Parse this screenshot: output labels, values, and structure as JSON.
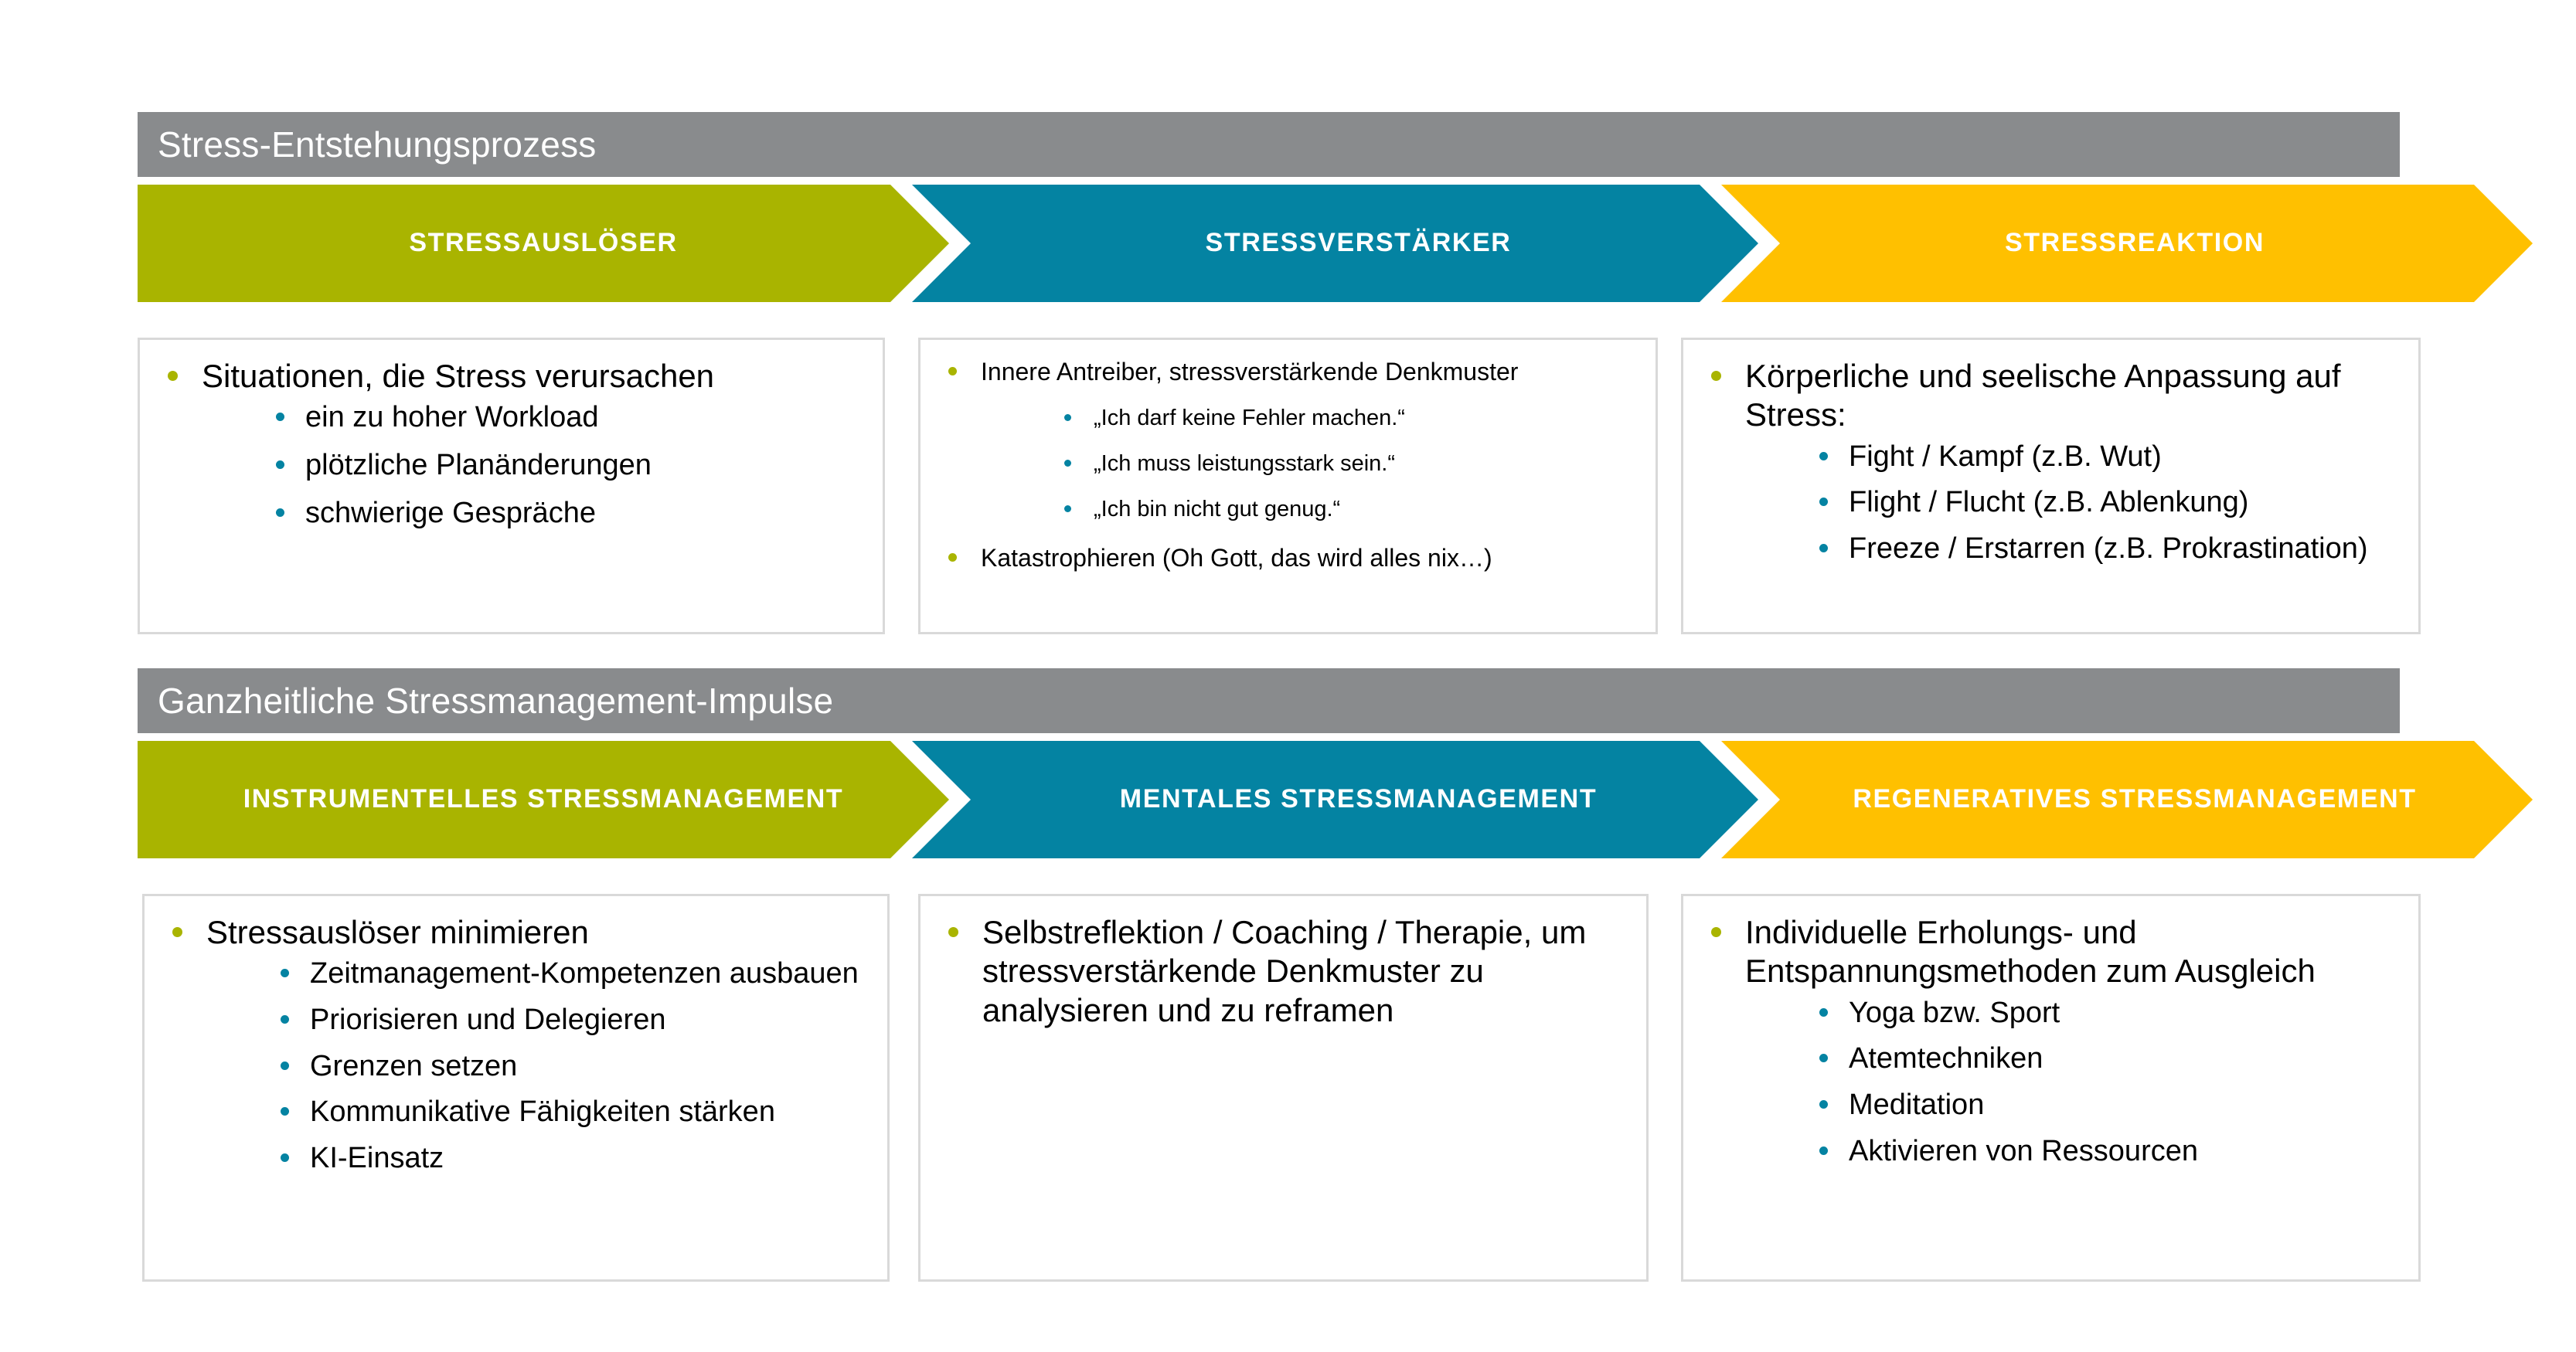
{
  "colors": {
    "green": "#a9b400",
    "blue": "#0483a2",
    "yellow": "#ffc000",
    "gray": "#898b8d",
    "card_border": "#d9d9d9",
    "text": "#000000",
    "bar_text": "#ffffff"
  },
  "sections": [
    {
      "title": "Stress-Entstehungsprozess",
      "phases": [
        {
          "label": "STRESSAUSLÖSER",
          "color": "green"
        },
        {
          "label": "STRESSVERSTÄRKER",
          "color": "blue"
        },
        {
          "label": "STRESSREAKTION",
          "color": "yellow"
        }
      ],
      "cards": [
        {
          "items": [
            {
              "text": "Situationen, die Stress verursachen",
              "sub": [
                "ein zu hoher Workload",
                "plötzliche Planänderungen",
                "schwierige Gespräche"
              ]
            }
          ]
        },
        {
          "items": [
            {
              "text": "Innere Antreiber, stressverstärkende Denkmuster",
              "sub": [
                "„Ich darf keine Fehler machen.“",
                "„Ich muss leistungsstark sein.“",
                "„Ich bin nicht gut genug.“"
              ]
            },
            {
              "text": "Katastrophieren (Oh Gott, das wird alles nix…)",
              "sub": []
            }
          ]
        },
        {
          "items": [
            {
              "text": "Körperliche und seelische Anpassung auf Stress:",
              "sub": [
                "Fight / Kampf (z.B. Wut)",
                "Flight / Flucht (z.B. Ablenkung)",
                "Freeze / Erstarren (z.B. Prokrastination)"
              ]
            }
          ]
        }
      ]
    },
    {
      "title": "Ganzheitliche Stressmanagement-Impulse",
      "phases": [
        {
          "label": "INSTRUMENTELLES STRESSMANAGEMENT",
          "color": "green"
        },
        {
          "label": "MENTALES STRESSMANAGEMENT",
          "color": "blue"
        },
        {
          "label": "REGENERATIVES STRESSMANAGEMENT",
          "color": "yellow"
        }
      ],
      "cards": [
        {
          "items": [
            {
              "text": "Stressauslöser minimieren",
              "sub": [
                "Zeitmanagement-Kompetenzen ausbauen",
                "Priorisieren und Delegieren",
                "Grenzen setzen",
                "Kommunikative Fähigkeiten stärken",
                "KI-Einsatz"
              ]
            }
          ]
        },
        {
          "items": [
            {
              "text": "Selbstreflektion / Coaching / Therapie, um stressverstärkende Denkmuster zu analysieren und zu reframen",
              "sub": []
            }
          ]
        },
        {
          "items": [
            {
              "text": "Individuelle Erholungs- und Entspannungsmethoden zum Ausgleich",
              "sub": [
                "Yoga bzw. Sport",
                "Atemtechniken",
                "Meditation",
                "Aktivieren von Ressourcen"
              ]
            }
          ]
        }
      ]
    }
  ]
}
